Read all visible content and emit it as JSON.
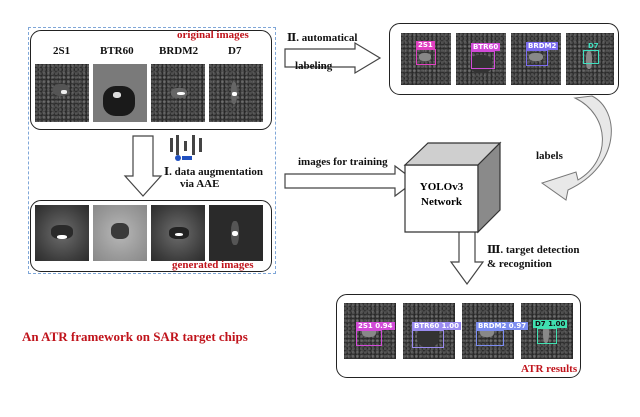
{
  "original_panel": {
    "title": "original images",
    "chips": [
      "2S1",
      "BTR60",
      "BRDM2",
      "D7"
    ]
  },
  "step1": {
    "label_line1": "Ⅰ. data augmentation",
    "label_line2": "via AAE"
  },
  "generated_panel": {
    "title": "generated images"
  },
  "step2": {
    "label_line1": "Ⅱ. automatical",
    "label_line2": "labeling"
  },
  "labeled_panel": {
    "boxes": [
      {
        "label": "2S1",
        "color": "#e040c0"
      },
      {
        "label": "BTR60",
        "color": "#d24bd8"
      },
      {
        "label": "BRDM2",
        "color": "#7b6cf0"
      },
      {
        "label": "D7",
        "color": "#40e0c0"
      }
    ]
  },
  "labels_arrow": {
    "label": "labels"
  },
  "training_arrow": {
    "label": "images for training"
  },
  "network": {
    "line1": "YOLOv3",
    "line2": "Network"
  },
  "step3": {
    "label_line1": "Ⅲ. target detection",
    "label_line2": "& recognition"
  },
  "results_panel": {
    "title": "ATR results",
    "boxes": [
      {
        "label": "2S1 0.94",
        "color": "#d24bd8"
      },
      {
        "label": "BTR60 1.00",
        "color": "#9b8cf0"
      },
      {
        "label": "BRDM2 0.97",
        "color": "#7b8cf0"
      },
      {
        "label": "D7 1.00",
        "color": "#40e0b0"
      }
    ]
  },
  "caption": "An ATR framework on SAR target chips",
  "colors": {
    "accent_red": "#c0141c",
    "dashed_blue": "#7fa7d8"
  }
}
